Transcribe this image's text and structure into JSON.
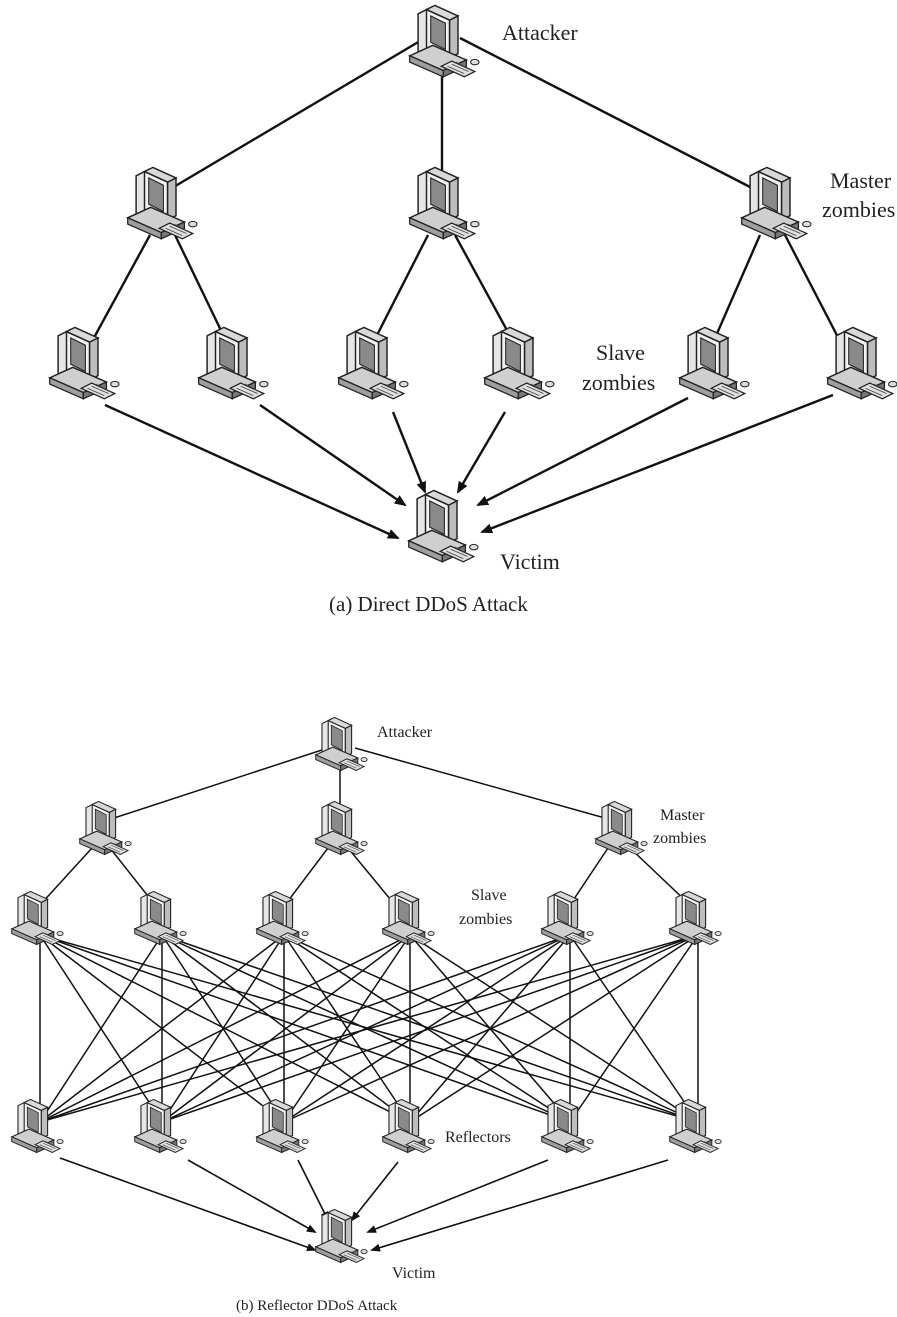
{
  "diagram_a": {
    "caption": "(a) Direct DDoS Attack",
    "labels": {
      "attacker": "Attacker",
      "master": [
        "Master",
        "zombies"
      ],
      "slave": [
        "Slave",
        "zombies"
      ],
      "victim": "Victim"
    }
  },
  "diagram_b": {
    "caption": "(b) Reflector DDoS Attack",
    "labels": {
      "attacker": "Attacker",
      "master": [
        "Master",
        "zombies"
      ],
      "slave": [
        "Slave",
        "zombies"
      ],
      "reflectors": "Reflectors",
      "victim": "Victim"
    }
  }
}
